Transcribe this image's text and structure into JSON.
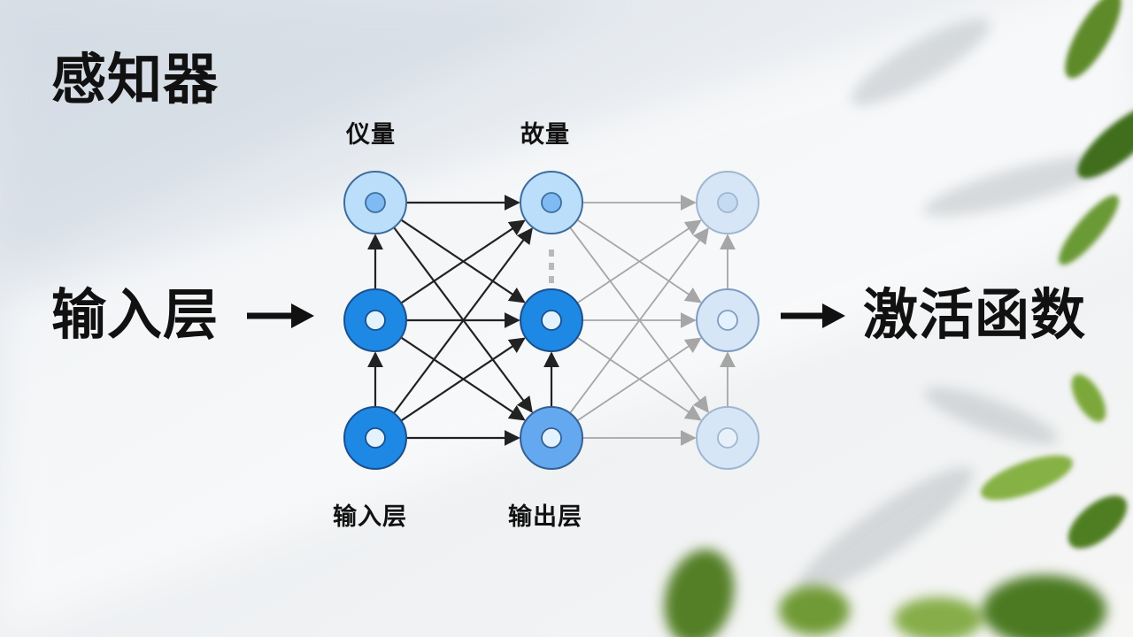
{
  "slide": {
    "title": "感知器"
  },
  "side_labels": {
    "left": "输入层",
    "right": "激活函数"
  },
  "column_labels": {
    "top_first": "仪量",
    "top_second": "故量",
    "bottom_first": "输入层",
    "bottom_second": "输出层"
  },
  "colors": {
    "node_dark": "#1e88e5",
    "node_light": "#bbdefb",
    "node_mid": "#64a9f0",
    "node_faded": "#d6e6f7",
    "edge_dark": "#222222",
    "edge_faded": "#a6a6a6"
  }
}
